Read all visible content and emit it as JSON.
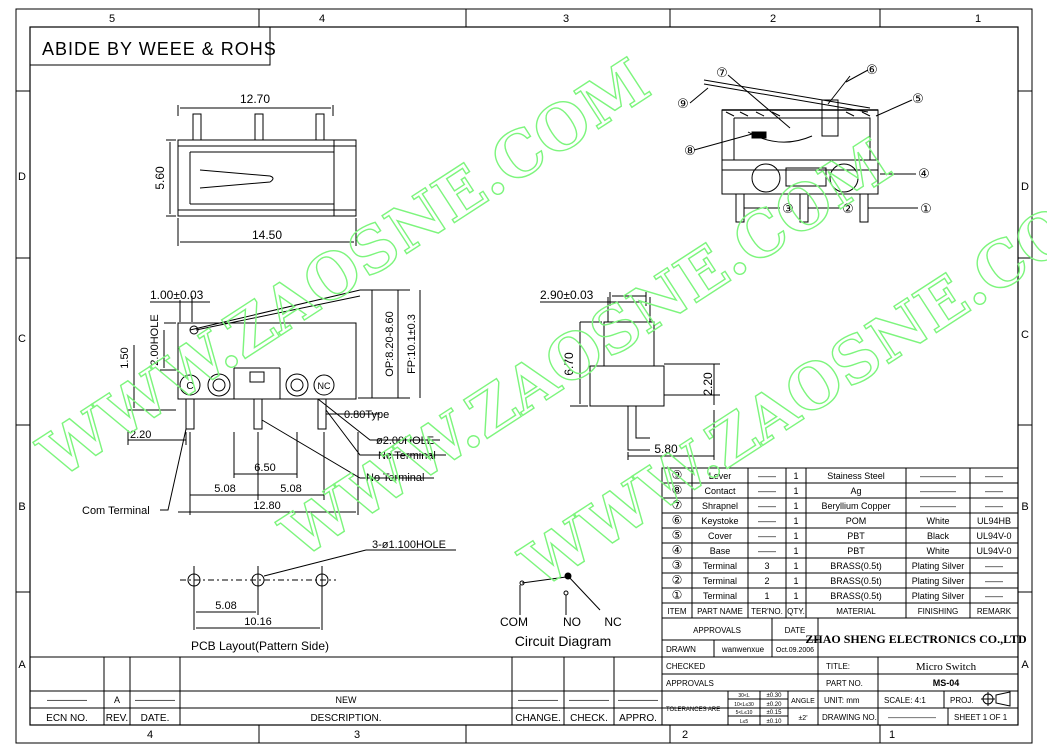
{
  "grid": {
    "top": [
      "5",
      "4",
      "3",
      "2",
      "1"
    ],
    "bottom": [
      "4",
      "3",
      "2",
      "1"
    ],
    "left": [
      "D",
      "C",
      "B",
      "A"
    ],
    "right": [
      "D",
      "C",
      "B",
      "A"
    ]
  },
  "header_note": "ABIDE BY WEEE & ROHS",
  "watermark": "WWW.ZAOSNE.COM",
  "top_view": {
    "width": "12.70",
    "height": "5.60",
    "length": "14.50"
  },
  "side_view": {
    "lever_dim": "1.00±0.03",
    "hole_dim": "2.00HOLE",
    "height_150": "1.50",
    "op": "OP:8.20-8.60",
    "fp": "FP:10.1±0.3",
    "c_label": "C",
    "nc_label": "NC",
    "type_080": "0.80Type",
    "hole2": "ø2.00HOLE",
    "nc_terminal": "Nc Terminal",
    "no_terminal": "No Terminal",
    "com_terminal": "Com Terminal",
    "d220": "2.20",
    "d650": "6.50",
    "d508a": "5.08",
    "d508b": "5.08",
    "d1280": "12.80"
  },
  "end_view": {
    "d290": "2.90±0.03",
    "d670": "6.70",
    "d220": "2.20",
    "d580": "5.80"
  },
  "pcb": {
    "holes": "3-ø1.100HOLE",
    "d508": "5.08",
    "d1016": "10.16",
    "caption": "PCB Layout(Pattern Side)"
  },
  "circuit": {
    "com": "COM",
    "no": "NO",
    "nc": "NC",
    "caption": "Circuit Diagram"
  },
  "exploded_numbers": [
    "⑨",
    "⑦",
    "⑥",
    "⑤",
    "⑧",
    "④",
    "③",
    "②",
    "①"
  ],
  "bom_header": [
    "ITEM",
    "PART NAME",
    "TER'NO.",
    "QTY.",
    "MATERIAL",
    "FINISHING",
    "REMARK"
  ],
  "bom_rows": [
    [
      "⑨",
      "Lever",
      "——",
      "1",
      "Stainess Steel",
      "————",
      "——"
    ],
    [
      "⑧",
      "Contact",
      "——",
      "1",
      "Ag",
      "————",
      "——"
    ],
    [
      "⑦",
      "Shrapnel",
      "——",
      "1",
      "Beryllium Copper",
      "————",
      "——"
    ],
    [
      "⑥",
      "Keystoke",
      "——",
      "1",
      "POM",
      "White",
      "UL94HB"
    ],
    [
      "⑤",
      "Cover",
      "——",
      "1",
      "PBT",
      "Black",
      "UL94V-0"
    ],
    [
      "④",
      "Base",
      "——",
      "1",
      "PBT",
      "White",
      "UL94V-0"
    ],
    [
      "③",
      "Terminal",
      "3",
      "1",
      "BRASS(0.5t)",
      "Plating Silver",
      "——"
    ],
    [
      "②",
      "Terminal",
      "2",
      "1",
      "BRASS(0.5t)",
      "Plating Silver",
      "——"
    ],
    [
      "①",
      "Terminal",
      "1",
      "1",
      "BRASS(0.5t)",
      "Plating Silver",
      "——"
    ]
  ],
  "title_block": {
    "approvals": "APPROVALS",
    "date": "DATE",
    "company": "ZHAO SHENG ELECTRONICS CO.,LTD",
    "drawn": "DRAWN",
    "drawn_by": "wanwenxue",
    "drawn_date": "Oct.09.2006",
    "checked": "CHECKED",
    "approvals2": "APPROVALS",
    "title_label": "TITLE:",
    "title_value": "Micro Switch",
    "part_label": "PART NO.",
    "part_value": "MS-04",
    "tolerances": "TOLERANCES ARE",
    "tol_ranges": [
      "30<L",
      "10<L≤30",
      "5<L≤10",
      "L≤5"
    ],
    "tol_values": [
      "±0.30",
      "±0.20",
      "±0.15",
      "±0.10"
    ],
    "angle": "ANGLE",
    "angle_value": "±2'",
    "unit": "UNIT: mm",
    "scale": "SCALE: 4:1",
    "proj": "PROJ.",
    "drawing_no": "DRAWING NO.",
    "drawing_no_value": "——————",
    "sheet": "SHEET  1  OF  1"
  },
  "revision": {
    "ecn": "ECN NO.",
    "rev": "REV.",
    "date": "DATE.",
    "description": "DESCRIPTION.",
    "change": "CHANGE.",
    "check": "CHECK.",
    "appro": "APPRO.",
    "row_rev": "A",
    "row_desc": "NEW",
    "dash": "————"
  }
}
